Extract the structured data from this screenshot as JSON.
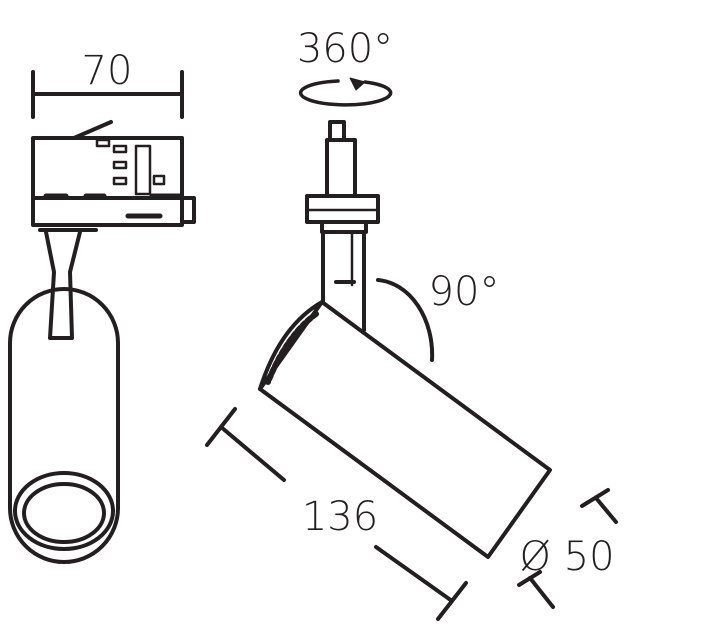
{
  "colors": {
    "stroke": "#231f20",
    "background": "#ffffff"
  },
  "dimensions": {
    "width_label": "70",
    "rotation_label": "360°",
    "tilt_label": "90°",
    "length_label": "136",
    "diameter_label": "Ø 50"
  }
}
